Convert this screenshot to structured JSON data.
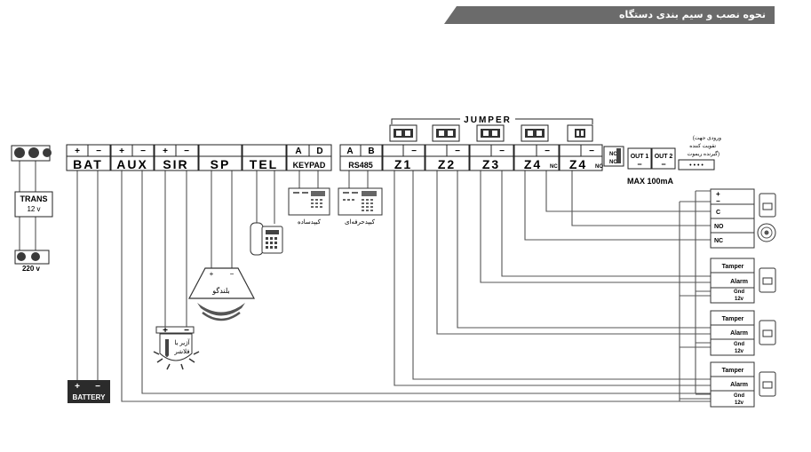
{
  "header": {
    "title": "نحوه نصب و سیم بندی دستگاه"
  },
  "transformer": {
    "label": "TRANS",
    "voltage": "12 v",
    "mains": "220 v"
  },
  "terminals": [
    {
      "id": "bat",
      "label": "BAT",
      "pins": [
        "+",
        "−"
      ]
    },
    {
      "id": "aux",
      "label": "AUX",
      "pins": [
        "+",
        "−"
      ]
    },
    {
      "id": "sir",
      "label": "SIR",
      "pins": [
        "+",
        "−"
      ]
    },
    {
      "id": "sp",
      "label": "SP",
      "pins": []
    },
    {
      "id": "tel",
      "label": "TEL",
      "pins": []
    },
    {
      "id": "keypad",
      "label": "KEYPAD",
      "pins": [
        "A",
        "D"
      ]
    },
    {
      "id": "rs485",
      "label": "RS485",
      "pins": [
        "A",
        "B"
      ]
    },
    {
      "id": "z1",
      "label": "Z1",
      "pins": [
        "",
        "−"
      ]
    },
    {
      "id": "z2",
      "label": "Z2",
      "pins": [
        "",
        "−"
      ]
    },
    {
      "id": "z3",
      "label": "Z3",
      "pins": [
        "",
        "−"
      ]
    },
    {
      "id": "z4nc",
      "label": "Z4",
      "sub": "NC",
      "pins": [
        "",
        "−"
      ]
    },
    {
      "id": "z4no",
      "label": "Z4",
      "sub": "NO",
      "pins": [
        "",
        "−"
      ]
    }
  ],
  "nc_no": {
    "top": "NC",
    "bottom": "NO"
  },
  "outputs": [
    {
      "label": "OUT 1",
      "pin": "−"
    },
    {
      "label": "OUT 2",
      "pin": "−"
    }
  ],
  "jumper": {
    "label": "JUMPER"
  },
  "remote_input": {
    "line1": "(ورودی جهت",
    "line2": "تقویت کننده",
    "line3": "گیرنده ریموت)",
    "pins": "• • • •"
  },
  "max_current": "MAX 100mA",
  "battery": {
    "label": "BATTERY",
    "pins": [
      "+",
      "−"
    ]
  },
  "keypads": [
    {
      "caption": "کیپدساده"
    },
    {
      "caption": "کیپدحرفه‌ای"
    }
  ],
  "speaker": {
    "caption": "بلندگو",
    "pins": [
      "+",
      "−"
    ]
  },
  "siren": {
    "caption1": "آژیر یا",
    "caption2": "فلاشر",
    "pins": [
      "+",
      "−"
    ]
  },
  "detector_top": {
    "rows": [
      "+",
      "−",
      "C",
      "NO",
      "NC"
    ]
  },
  "detectors": [
    {
      "rows": [
        "Tamper",
        "Alarm",
        "Gnd",
        "12v"
      ]
    },
    {
      "rows": [
        "Tamper",
        "Alarm",
        "Gnd",
        "12v"
      ]
    },
    {
      "rows": [
        "Tamper",
        "Alarm",
        "Gnd",
        "12v"
      ]
    }
  ],
  "colors": {
    "header_bg": "#6b6b6b",
    "wire": "#555555",
    "battery_bg": "#2b2b2b",
    "line": "#222222"
  }
}
